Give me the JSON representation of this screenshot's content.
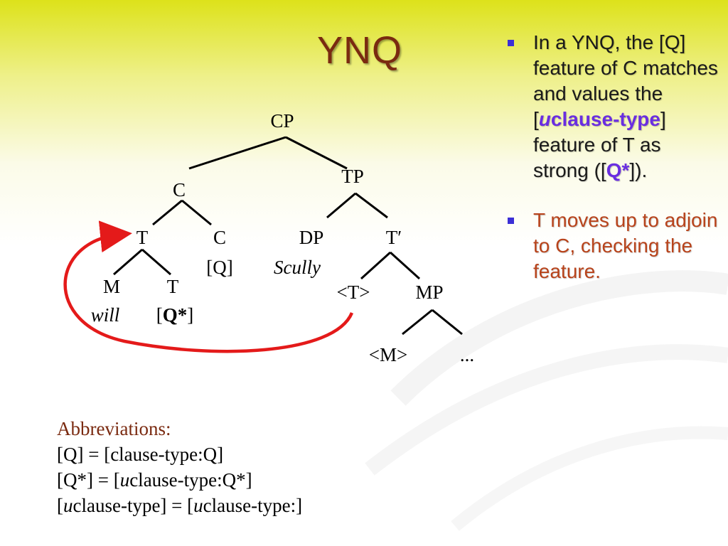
{
  "slide": {
    "title": "YNQ"
  },
  "tree": {
    "cp": "CP",
    "c_top": "C",
    "tp": "TP",
    "t_head": "T",
    "c_head": "C",
    "dp": "DP",
    "t_bar": "T′",
    "c_feature": "[Q]",
    "dp_word": "Scully",
    "m": "M",
    "t_low": "T",
    "t_trace": "<T>",
    "mp": "MP",
    "m_word": "will",
    "t_feature_open": "[",
    "t_feature_bold": "Q*",
    "t_feature_close": "]",
    "m_trace": "<M>",
    "ellipsis": "..."
  },
  "bullets": {
    "b1_part1": "In a YNQ, the [Q] feature of C matches and values the [",
    "b1_u": "u",
    "b1_highlight": "clause-type",
    "b1_part2": "] feature of T as strong ([",
    "b1_q": "Q*",
    "b1_part3": "]).",
    "b2_text": "T moves up to adjoin to C, checking the feature."
  },
  "abbreviations": {
    "heading": "Abbreviations:",
    "line1": "[Q] = [clause-type:Q]",
    "line2_a": "[Q*] = [",
    "line2_u": "u",
    "line2_b": "clause-type:Q*]",
    "line3_a": "[",
    "line3_u1": "u",
    "line3_b": "clause-type] = [",
    "line3_u2": "u",
    "line3_c": "clause-type:]"
  },
  "colors": {
    "title": "#7a2a10",
    "bullet_mark": "#3b2fd6",
    "highlight": "#6a2ee0",
    "bullet2_text": "#b8431b",
    "arrow": "#e41a1a"
  }
}
